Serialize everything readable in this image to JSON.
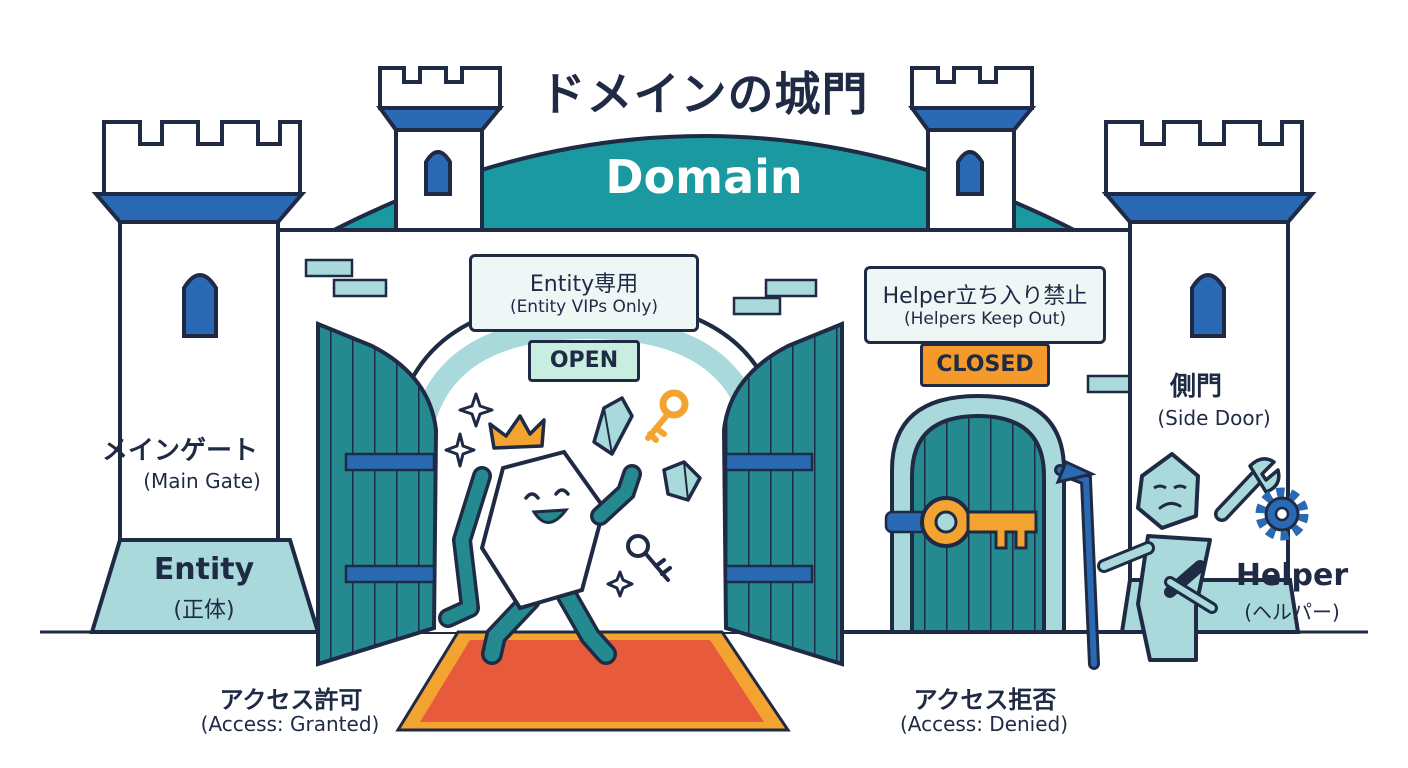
{
  "title": "ドメインの城門",
  "domain_label": "Domain",
  "signs": {
    "entity_only": {
      "line1": "Entity専用",
      "line2": "(Entity VIPs Only)"
    },
    "helper_keep_out": {
      "line1": "Helper立ち入り禁止",
      "line2": "(Helpers Keep Out)"
    }
  },
  "badges": {
    "open": "OPEN",
    "closed": "CLOSED"
  },
  "labels": {
    "main_gate": {
      "ja": "メインゲート",
      "en": "(Main Gate)"
    },
    "side_door": {
      "ja": "側門",
      "en": "(Side Door)"
    },
    "entity": {
      "en": "Entity",
      "ja": "(正体)"
    },
    "helper": {
      "en": "Helper",
      "ja": "(ヘルパー)"
    },
    "access_granted": {
      "ja": "アクセス許可",
      "en": "(Access: Granted)"
    },
    "access_denied": {
      "ja": "アクセス拒否",
      "en": "(Access: Denied)"
    }
  },
  "colors": {
    "outline": "#1f2a44",
    "teal": "#1a9aa0",
    "gate_teal": "#248a8f",
    "blue": "#2a6ab4",
    "light_teal": "#a9d9db",
    "gold": "#f3a330",
    "carpet": "#e85a3c",
    "open_badge": "#c8eee0",
    "closed_badge": "#f39a2b"
  },
  "icons": [
    "crown-icon",
    "key-icon",
    "crystal-icon",
    "sparkle-icon",
    "wrench-icon",
    "gear-icon"
  ]
}
